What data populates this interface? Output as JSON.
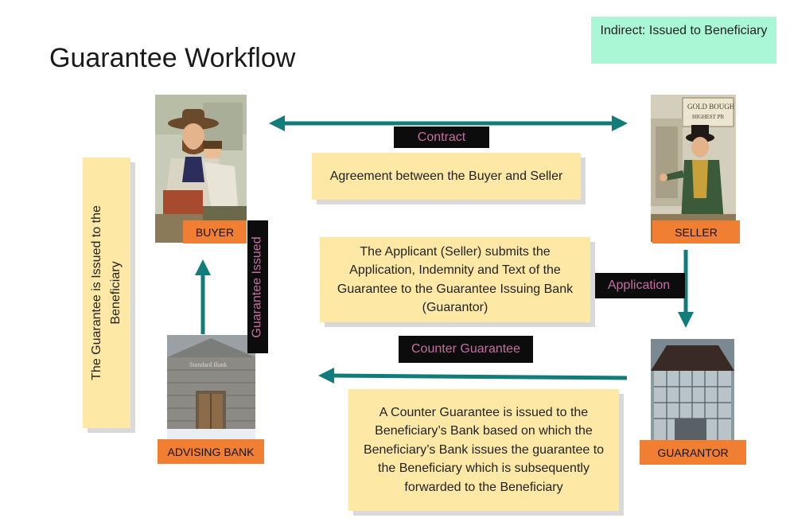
{
  "title": "Guarantee Workflow",
  "callout_top": "Indirect: Issued to Beneficiary",
  "labels": {
    "contract": "Contract",
    "application": "Application",
    "counter_guarantee": "Counter Guarantee",
    "guarantee_issued": "Guarantee Issued"
  },
  "parties": {
    "buyer": "BUYER",
    "seller": "SELLER",
    "guarantor": "GUARANTOR",
    "advising_bank": "ADVISING BANK"
  },
  "notes": {
    "agreement": "Agreement between the Buyer and Seller",
    "application": "The Applicant (Seller) submits the Application, Indemnity and Text of the Guarantee to the Guarantee Issuing Bank (Guarantor)",
    "counter": "A Counter Guarantee is issued to the Beneficiary’s Bank based on which the Beneficiary’s Bank issues the guarantee to the Beneficiary which is subsequently forwarded to the Beneficiary",
    "side": "The Guarantee is Issued to the Beneficiary"
  },
  "images": {
    "buyer": "buyer-illustration",
    "seller": "seller-illustration",
    "guarantor": "guarantor-building-photo",
    "advising_bank": "bank-building-photo",
    "bank_sign": "Standard Bank",
    "seller_sign": "GOLD BOUGHT HIGHEST PRICE"
  },
  "colors": {
    "arrow": "#117c7a",
    "note_bg": "#fde9a5",
    "callout_bg": "#aaf7d6",
    "label_bg": "#0c0c0c",
    "label_text": "#c46fa2",
    "party_bg": "#f07f34"
  }
}
